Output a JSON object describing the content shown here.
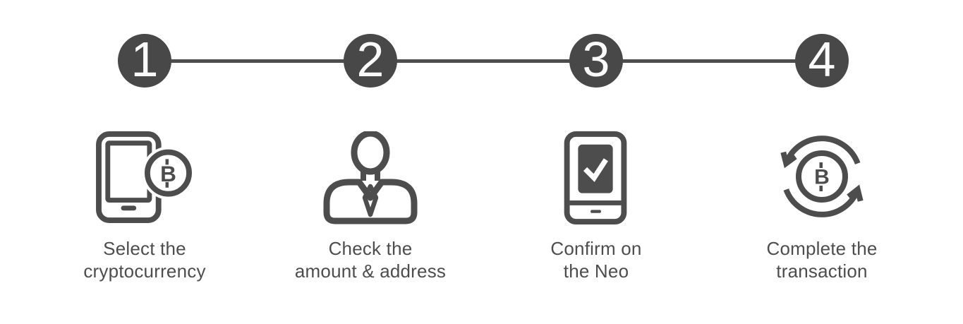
{
  "colors": {
    "bg": "#ffffff",
    "circle": "#484848",
    "number": "#fafafa",
    "line": "#4d4d4d",
    "icon": "#4d4d4d",
    "label": "#4d4d4d"
  },
  "bitcoin_glyph": "B",
  "steps": [
    {
      "number": "1",
      "icon": "smartphone-bitcoin-icon",
      "label_line1": "Select the",
      "label_line2": "cryptocurrency"
    },
    {
      "number": "2",
      "icon": "person-icon",
      "label_line1": "Check the",
      "label_line2": "amount & address"
    },
    {
      "number": "3",
      "icon": "device-checkmark-icon",
      "label_line1": "Confirm on",
      "label_line2": "the Neo"
    },
    {
      "number": "4",
      "icon": "refresh-bitcoin-icon",
      "label_line1": "Complete the",
      "label_line2": "transaction"
    }
  ]
}
